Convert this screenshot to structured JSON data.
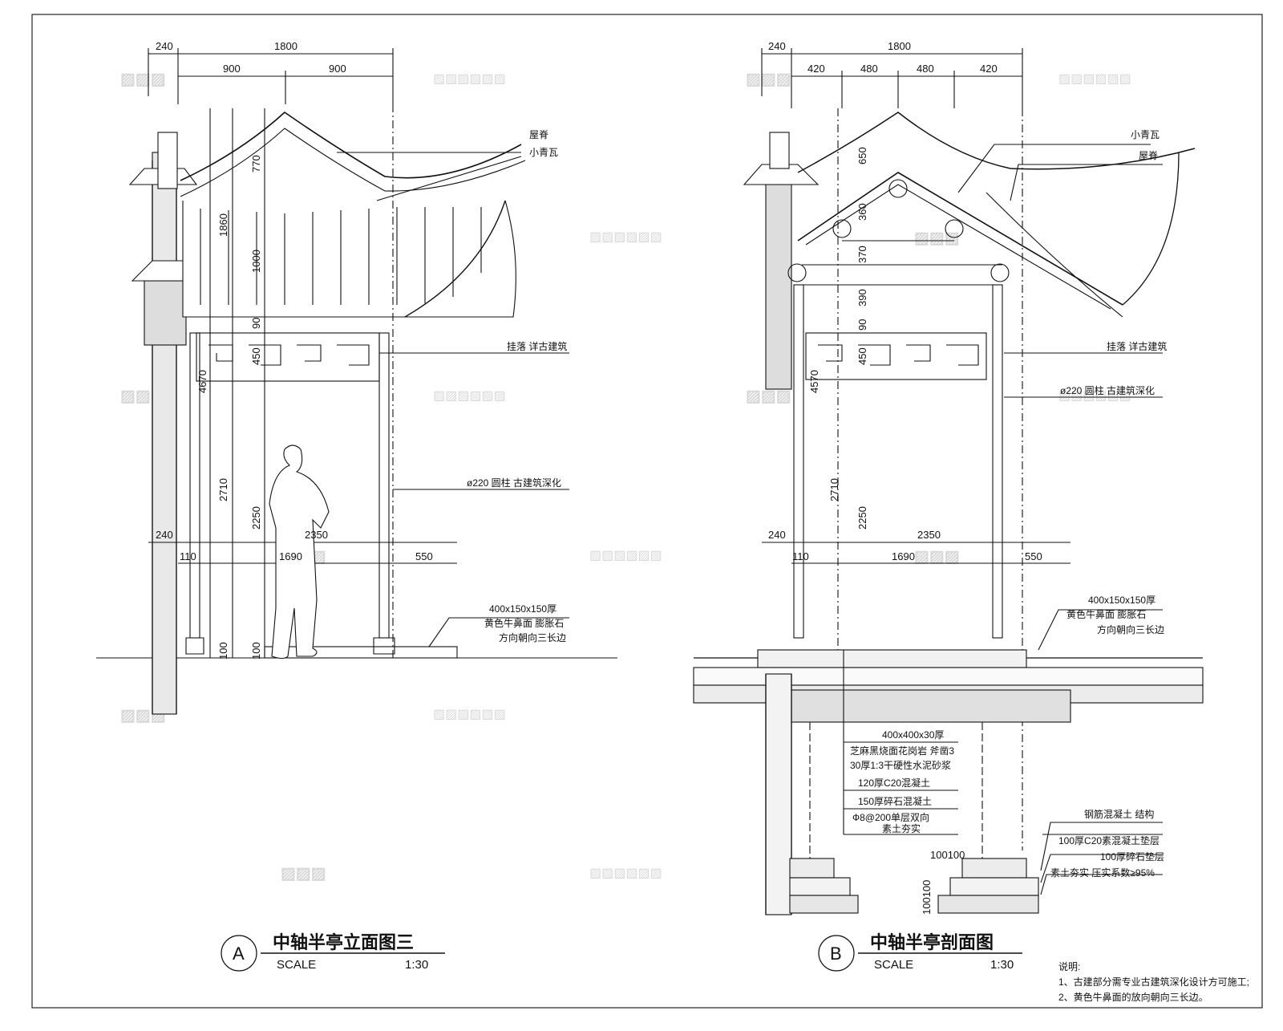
{
  "elevation": {
    "marker": "A",
    "title": "中轴半亭立面图三",
    "scale_label": "SCALE",
    "scale_value": "1:30",
    "top_dims": {
      "overall_left": "240",
      "overall_main": "1800",
      "sub_a": "900",
      "sub_b": "900"
    },
    "vert_dims": [
      "770",
      "1860",
      "1000",
      "90",
      "450",
      "4670",
      "2710",
      "2250",
      "100",
      "100"
    ],
    "low_dims": {
      "left": "240",
      "main": "2350",
      "a": "110",
      "b": "1690",
      "c": "550"
    },
    "labels": {
      "ridge": "屋脊",
      "tile": "小青瓦",
      "fascia": "挂落 详古建筑",
      "column": "ø220 圆柱 古建筑深化",
      "pave_1": "400x150x150厚",
      "pave_2": "黄色牛鼻面 膨胀石",
      "pave_3": "方向朝向三长边"
    }
  },
  "section": {
    "marker": "B",
    "title": "中轴半亭剖面图",
    "scale_label": "SCALE",
    "scale_value": "1:30",
    "top_dims": {
      "overall_left": "240",
      "overall_main": "1800",
      "s1": "420",
      "s2": "480",
      "s3": "480",
      "s4": "420"
    },
    "vert_dims": [
      "650",
      "360",
      "370",
      "390",
      "90",
      "450",
      "4570",
      "2710",
      "2250"
    ],
    "low_dims": {
      "left": "240",
      "main": "2350",
      "a": "110",
      "b": "1690",
      "c": "550"
    },
    "labels": {
      "tile": "小青瓦",
      "ridge": "屋脊",
      "fascia": "挂落 详古建筑",
      "column": "ø220 圆柱 古建筑深化",
      "pave_1": "400x150x150厚",
      "pave_2": "黄色牛鼻面 膨胀石",
      "pave_3": "方向朝向三长边"
    },
    "layers": [
      "400x400x30厚",
      "芝麻黑烧面花岗岩 斧凿3",
      "30厚1:3干硬性水泥砂浆",
      "120厚C20混凝土",
      "150厚碎石混凝土",
      "Ф8@200单层双向",
      "素土夯实"
    ],
    "foundation": {
      "structure": "钢筋混凝土 结构",
      "l1": "100厚C20素混凝土垫层",
      "l2": "100厚碎石垫层",
      "l3": "素土夯实 压实系数≥95%",
      "d_top": "100100",
      "d_side": "100100"
    }
  },
  "notes": {
    "heading": "说明:",
    "items": [
      "1、古建部分需专业古建筑深化设计方可施工;",
      "2、黄色牛鼻面的放向朝向三长边。"
    ]
  }
}
